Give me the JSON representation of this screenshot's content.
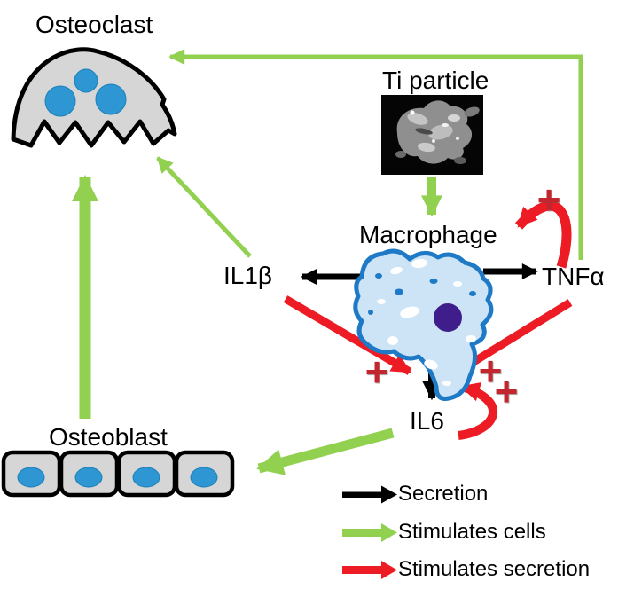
{
  "figure": {
    "type": "biological-pathway-diagram",
    "background": "#ffffff"
  },
  "labels": {
    "osteoclast": "Osteoclast",
    "ti_particle": "Ti particle",
    "macrophage": "Macrophage",
    "il1_beta": "IL1β",
    "tnf_alpha": "TNFα",
    "il6": "IL6",
    "osteoblast": "Osteoblast"
  },
  "annotations": {
    "plus_tnfa_loop": "+",
    "plus_il1b_to_il6": "+",
    "plus_tnfa_to_il6": "+",
    "plus_il6_loop": "+"
  },
  "legend": {
    "items": [
      {
        "label": "Secretion",
        "arrow_color": "#000000"
      },
      {
        "label": "Stimulates cells",
        "arrow_color": "#92d050"
      },
      {
        "label": "Stimulates secretion",
        "arrow_color": "#ed1c24"
      }
    ]
  },
  "colors": {
    "secretion_arrow": "#000000",
    "stimulates_cells_arrow": "#92d050",
    "stimulates_secretion_arrow": "#ed1c24",
    "plus_sign": "#c2262e",
    "bone_cell_fill": "#d6d6d6",
    "nucleus_blue": "#2e96d2",
    "macrophage_fill": "#cde4f6",
    "macrophage_border": "#1e7ac6",
    "macrophage_nucleus": "#3f1e8c"
  },
  "edges": [
    {
      "from": "Ti particle",
      "to": "Macrophage",
      "type": "stimulates cells"
    },
    {
      "from": "Macrophage",
      "to": "IL1β",
      "type": "secretion"
    },
    {
      "from": "Macrophage",
      "to": "TNFα",
      "type": "secretion"
    },
    {
      "from": "Macrophage",
      "to": "IL6",
      "type": "secretion"
    },
    {
      "from": "IL1β",
      "to": "IL6",
      "type": "stimulates secretion",
      "sign": "+"
    },
    {
      "from": "TNFα",
      "to": "IL6",
      "type": "stimulates secretion",
      "sign": "+"
    },
    {
      "from": "TNFα",
      "to": "TNFα",
      "type": "stimulates secretion",
      "sign": "+"
    },
    {
      "from": "IL6",
      "to": "IL6",
      "type": "stimulates secretion",
      "sign": "+"
    },
    {
      "from": "IL6",
      "to": "Osteoblast",
      "type": "stimulates cells"
    },
    {
      "from": "Osteoblast",
      "to": "Osteoclast",
      "type": "stimulates cells"
    },
    {
      "from": "IL1β",
      "to": "Osteoclast",
      "type": "stimulates cells"
    },
    {
      "from": "TNFα",
      "to": "Osteoclast",
      "type": "stimulates cells"
    }
  ]
}
